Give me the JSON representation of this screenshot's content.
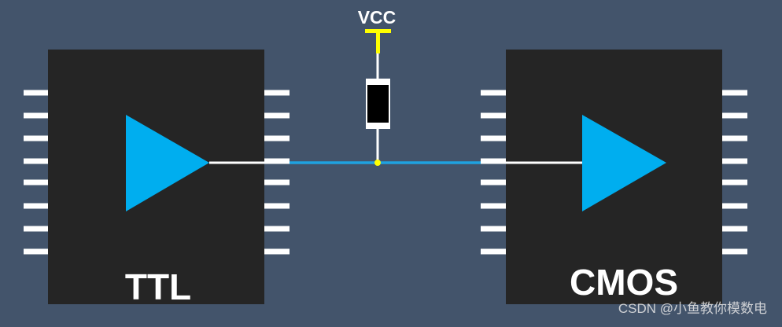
{
  "colors": {
    "background": "#43546B",
    "chip": "#252525",
    "pin": "#FFFFFF",
    "buffer": "#00AEEF",
    "signal_wire": "#1FA2E0",
    "vcc": "#FFFF00",
    "resistor": "#000000",
    "node": "#FFFF00"
  },
  "icons": {
    "left_buffer": "buffer-triangle-icon",
    "right_buffer": "buffer-triangle-icon",
    "resistor": "resistor-icon",
    "vcc": "vcc-tee-icon"
  },
  "labels": {
    "vcc": "VCC",
    "left_chip": "TTL",
    "right_chip": "CMOS",
    "watermark": "CSDN @小鱼教你模数电"
  }
}
